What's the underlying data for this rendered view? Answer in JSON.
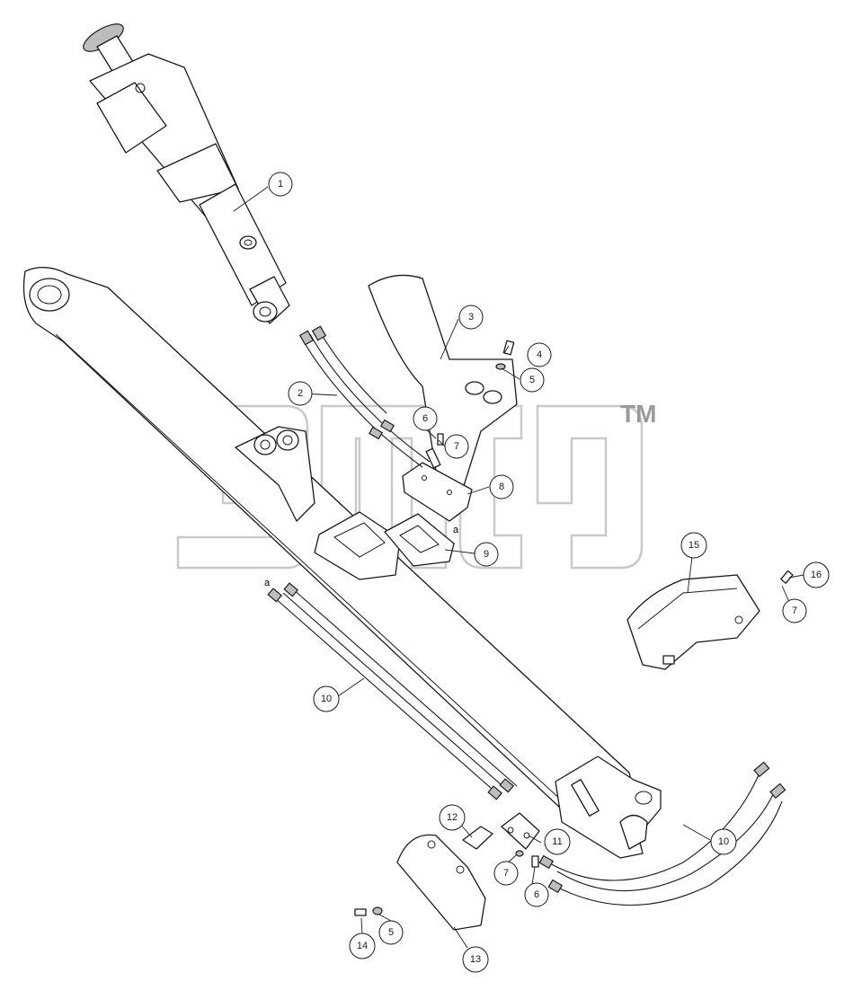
{
  "watermark": {
    "tm": "TM"
  },
  "callouts": [
    {
      "id": "c1",
      "label": "1"
    },
    {
      "id": "c2",
      "label": "2"
    },
    {
      "id": "c3",
      "label": "3"
    },
    {
      "id": "c4",
      "label": "4"
    },
    {
      "id": "c5",
      "label": "5"
    },
    {
      "id": "c6",
      "label": "6"
    },
    {
      "id": "c7",
      "label": "7"
    },
    {
      "id": "c8",
      "label": "8"
    },
    {
      "id": "c9",
      "label": "9"
    },
    {
      "id": "c10",
      "label": "10"
    },
    {
      "id": "c10b",
      "label": "10"
    },
    {
      "id": "c11",
      "label": "11"
    },
    {
      "id": "c12",
      "label": "12"
    },
    {
      "id": "c13",
      "label": "13"
    },
    {
      "id": "c14",
      "label": "14"
    },
    {
      "id": "c5b",
      "label": "5"
    },
    {
      "id": "c6b",
      "label": "6"
    },
    {
      "id": "c7b",
      "label": "7"
    },
    {
      "id": "c7c",
      "label": "7"
    },
    {
      "id": "c15",
      "label": "15"
    },
    {
      "id": "c16",
      "label": "16"
    }
  ],
  "connection_marks": {
    "a_top": "a",
    "a_left": "a"
  }
}
